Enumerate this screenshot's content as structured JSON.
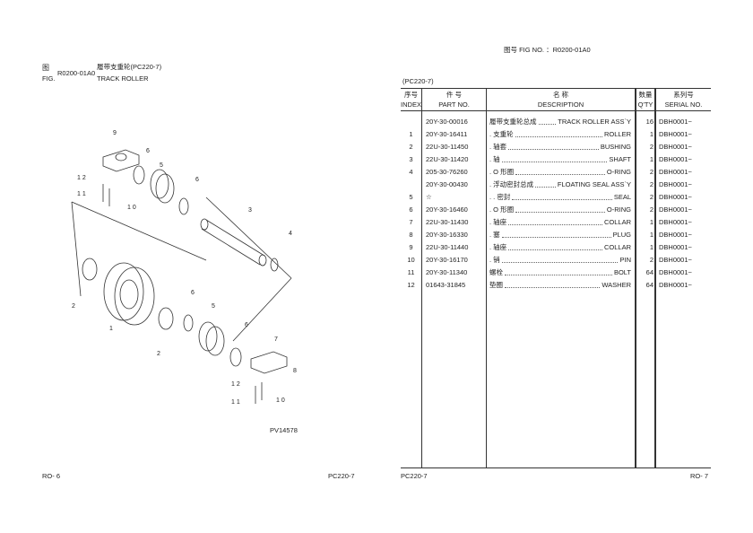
{
  "left_page": {
    "fig_label_cn": "图",
    "fig_label_en": "FIG.",
    "fig_number": "R0200-01A0",
    "title_cn": "履带支重轮(PC220-7)",
    "title_en": "TRACK ROLLER",
    "drawing_id": "PV14578",
    "page_number": "RO- 6",
    "model": "PC220-7",
    "callouts": [
      "9",
      "6",
      "5",
      "6",
      "1 2",
      "1 1",
      "1 0",
      "3",
      "4",
      "2",
      "1",
      "6",
      "5",
      "6",
      "2",
      "7",
      "8",
      "1 2",
      "1 1",
      "1 0"
    ]
  },
  "right_page": {
    "fig_header": "图号  FIG NO.  ：R0200-01A0",
    "model_tag": "(PC220-7)",
    "columns": {
      "index": {
        "cn": "序号",
        "en": "INDEX"
      },
      "part": {
        "cn": "件    号",
        "en": "PART NO."
      },
      "desc": {
        "cn": "名          称",
        "en": "DESCRIPTION"
      },
      "qty": {
        "cn": "数量",
        "en": "Q'TY"
      },
      "serial": {
        "cn": "系列号",
        "en": "SERIAL NO."
      }
    },
    "rows": [
      {
        "index": "",
        "part": "20Y-30-00016",
        "cn": "履带支重轮总成",
        "en": "TRACK ROLLER ASS`Y",
        "qty": "16",
        "serial": "DBH0001~"
      },
      {
        "index": "1",
        "part": "20Y-30-16411",
        "cn": ". 支重轮",
        "en": "ROLLER",
        "qty": "1",
        "serial": "DBH0001~"
      },
      {
        "index": "2",
        "part": "22U-30-11450",
        "cn": ". 轴套",
        "en": "BUSHING",
        "qty": "2",
        "serial": "DBH0001~"
      },
      {
        "index": "3",
        "part": "22U-30-11420",
        "cn": ". 轴",
        "en": "SHAFT",
        "qty": "1",
        "serial": "DBH0001~"
      },
      {
        "index": "4",
        "part": "205-30-76260",
        "cn": ". O 形圈",
        "en": "O-RING",
        "qty": "2",
        "serial": "DBH0001~"
      },
      {
        "index": "",
        "part": "20Y-30-00430",
        "cn": ". 浮动密封总成",
        "en": "FLOATING SEAL ASS`Y",
        "qty": "2",
        "serial": "DBH0001~"
      },
      {
        "index": "5",
        "part": "☆",
        "cn": ". . 密封",
        "en": "SEAL",
        "qty": "2",
        "serial": "DBH0001~"
      },
      {
        "index": "6",
        "part": "20Y-30-16460",
        "cn": ". O 形圈",
        "en": "O-RING",
        "qty": "2",
        "serial": "DBH0001~"
      },
      {
        "index": "7",
        "part": "22U-30-11430",
        "cn": ". 轴座",
        "en": "COLLAR",
        "qty": "1",
        "serial": "DBH0001~"
      },
      {
        "index": "8",
        "part": "20Y-30-16330",
        "cn": ". 塞",
        "en": "PLUG",
        "qty": "1",
        "serial": "DBH0001~"
      },
      {
        "index": "9",
        "part": "22U-30-11440",
        "cn": ". 轴座",
        "en": "COLLAR",
        "qty": "1",
        "serial": "DBH0001~"
      },
      {
        "index": "10",
        "part": "20Y-30-16170",
        "cn": ". 销",
        "en": "PIN",
        "qty": "2",
        "serial": "DBH0001~"
      },
      {
        "index": "11",
        "part": "20Y-30-11340",
        "cn": "螺栓",
        "en": "BOLT",
        "qty": "64",
        "serial": "DBH0001~"
      },
      {
        "index": "12",
        "part": "01643-31845",
        "cn": "垫圈",
        "en": "WASHER",
        "qty": "64",
        "serial": "DBH0001~"
      }
    ],
    "model": "PC220-7",
    "page_number": "RO- 7"
  }
}
